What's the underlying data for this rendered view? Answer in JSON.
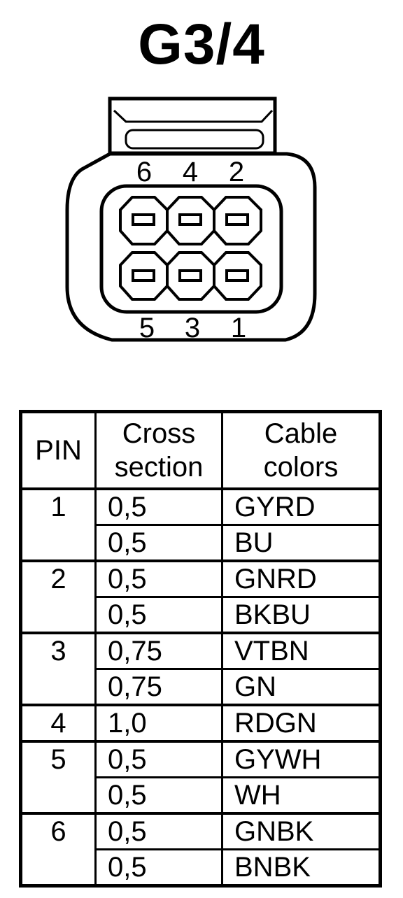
{
  "title": "G3/4",
  "connector": {
    "top_pin_labels": [
      "6",
      "4",
      "2"
    ],
    "bottom_pin_labels": [
      "5",
      "3",
      "1"
    ]
  },
  "table": {
    "headers": {
      "pin": "PIN",
      "cross_section_line1": "Cross",
      "cross_section_line2": "section",
      "cable_colors_line1": "Cable",
      "cable_colors_line2": "colors"
    },
    "groups": [
      {
        "pin": "1",
        "rows": [
          {
            "cross_section": "0,5",
            "color": "GYRD"
          },
          {
            "cross_section": "0,5",
            "color": "BU"
          }
        ]
      },
      {
        "pin": "2",
        "rows": [
          {
            "cross_section": "0,5",
            "color": "GNRD"
          },
          {
            "cross_section": "0,5",
            "color": "BKBU"
          }
        ]
      },
      {
        "pin": "3",
        "rows": [
          {
            "cross_section": "0,75",
            "color": "VTBN"
          },
          {
            "cross_section": "0,75",
            "color": "GN"
          }
        ]
      },
      {
        "pin": "4",
        "rows": [
          {
            "cross_section": "1,0",
            "color": "RDGN"
          }
        ]
      },
      {
        "pin": "5",
        "rows": [
          {
            "cross_section": "0,5",
            "color": "GYWH"
          },
          {
            "cross_section": "0,5",
            "color": "WH"
          }
        ]
      },
      {
        "pin": "6",
        "rows": [
          {
            "cross_section": "0,5",
            "color": "GNBK"
          },
          {
            "cross_section": "0,5",
            "color": "BNBK"
          }
        ]
      }
    ]
  }
}
